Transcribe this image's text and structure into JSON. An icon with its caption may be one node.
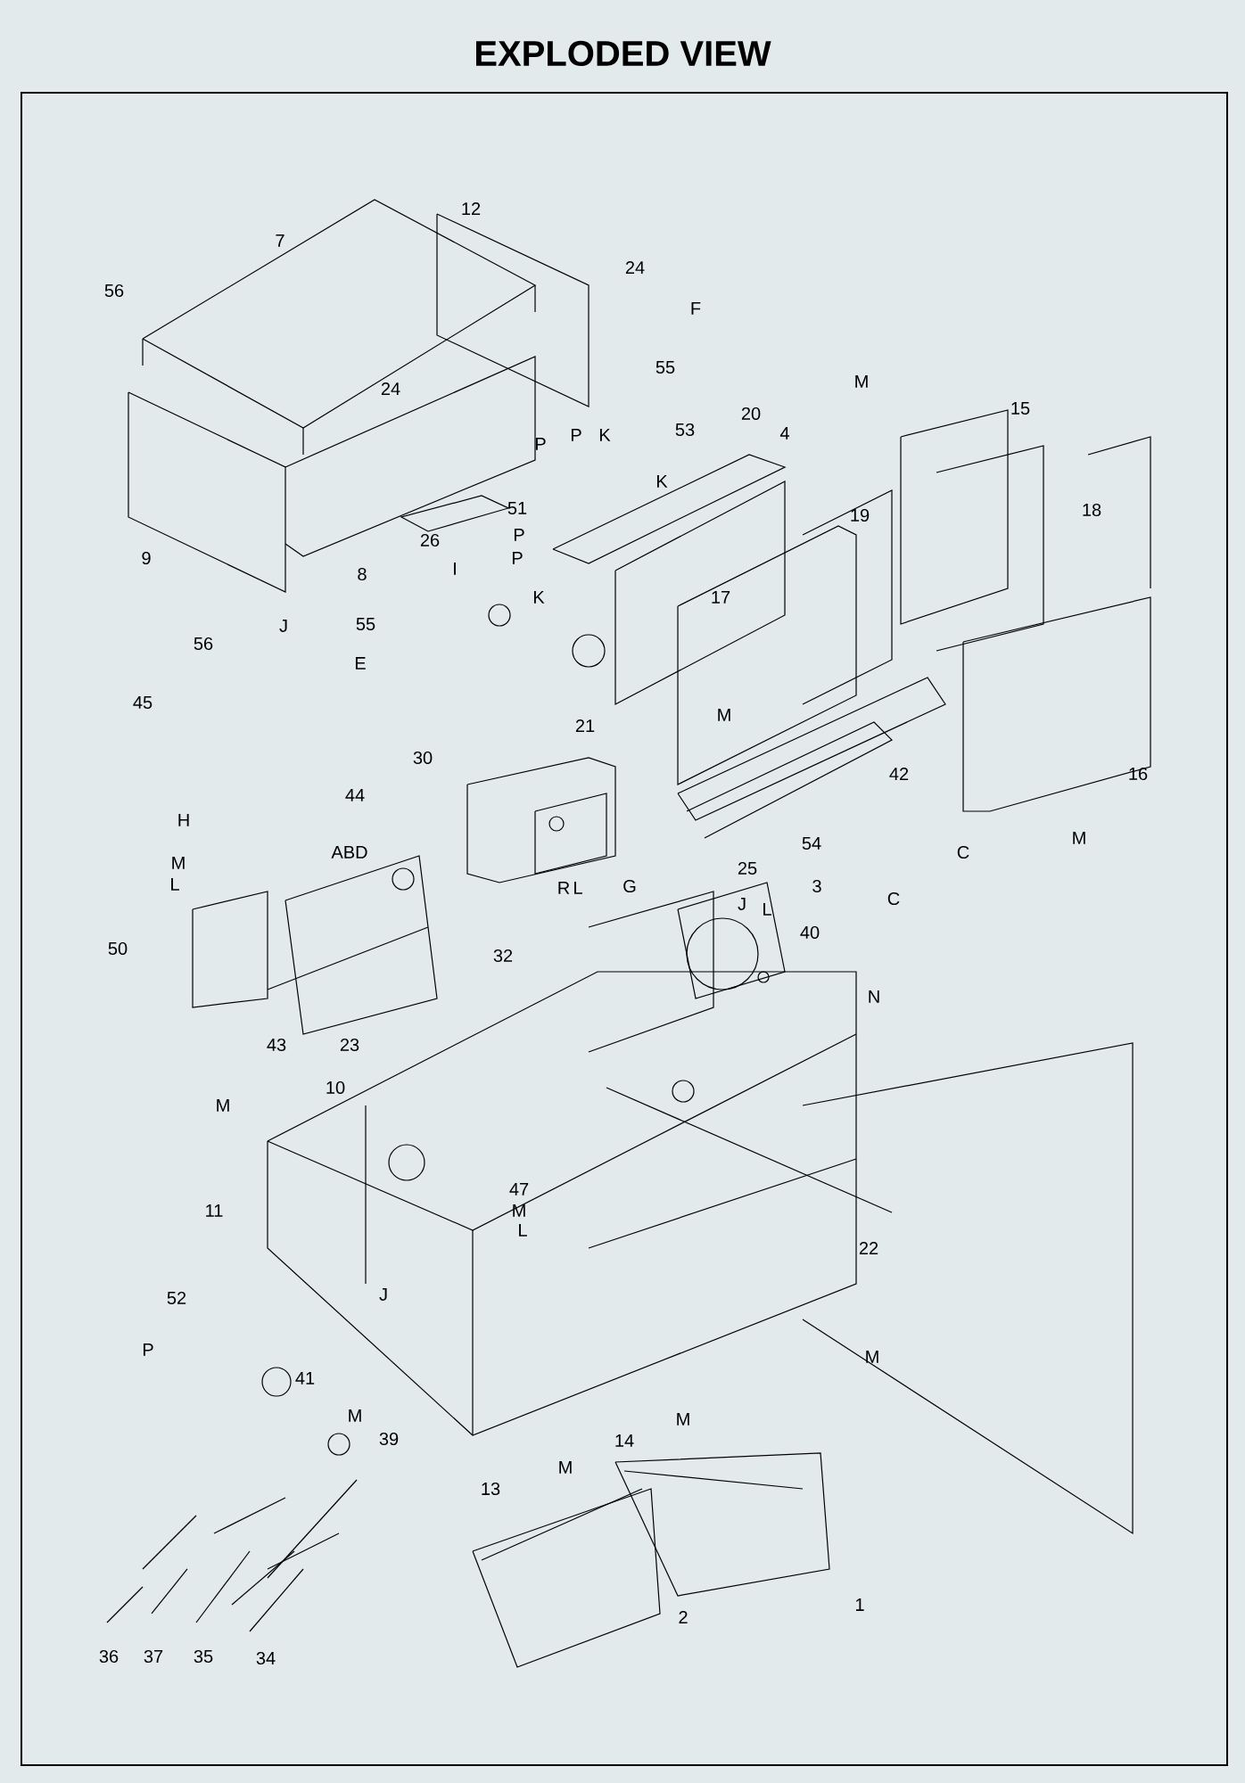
{
  "diagram": {
    "title": "EXPLODED VIEW",
    "labels": [
      "7",
      "12",
      "56",
      "24",
      "F",
      "55",
      "24",
      "M",
      "15",
      "P",
      "P",
      "K",
      "53",
      "20",
      "4",
      "K",
      "18",
      "19",
      "51",
      "P",
      "P",
      "K",
      "26",
      "I",
      "9",
      "8",
      "17",
      "56",
      "J",
      "55",
      "E",
      "45",
      "21",
      "M",
      "42",
      "16",
      "30",
      "44",
      "H",
      "ABD",
      "M",
      "L",
      "R",
      "L",
      "M",
      "54",
      "C",
      "25",
      "3",
      "C",
      "G",
      "J",
      "L",
      "40",
      "50",
      "32",
      "43",
      "23",
      "N",
      "10",
      "M",
      "11",
      "47",
      "M",
      "L",
      "22",
      "52",
      "J",
      "P",
      "M",
      "41",
      "M",
      "39",
      "M",
      "14",
      "M",
      "13",
      "2",
      "1",
      "36",
      "37",
      "35",
      "34"
    ]
  }
}
